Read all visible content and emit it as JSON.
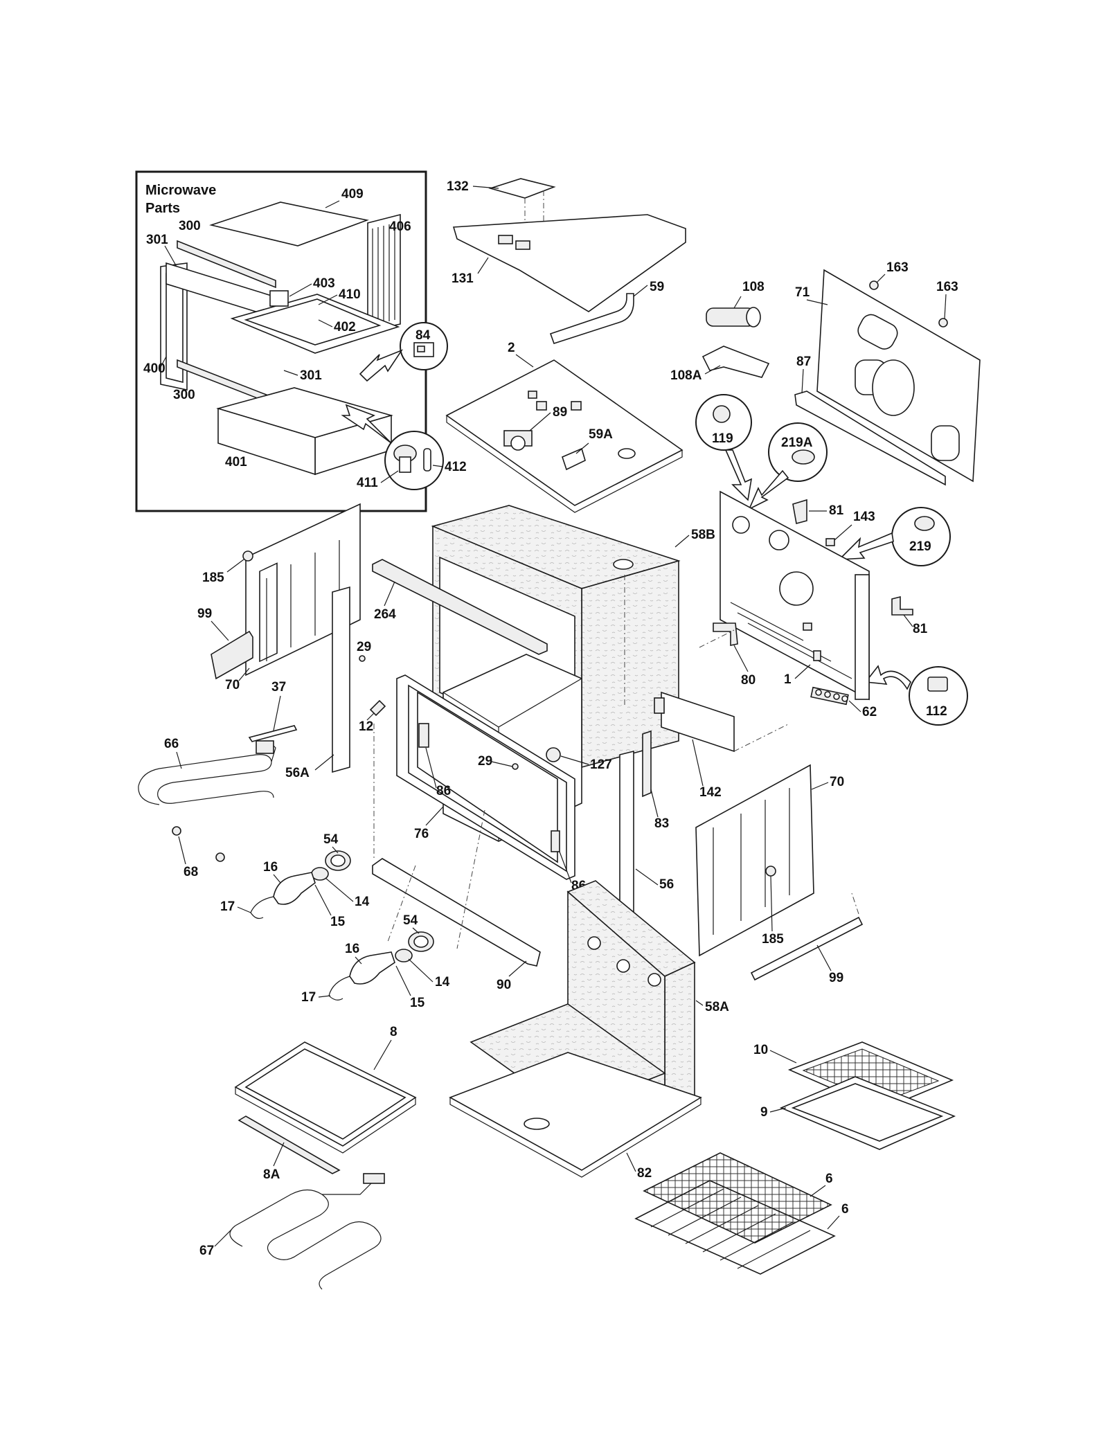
{
  "inset": {
    "title_line1": "Microwave",
    "title_line2": "Parts"
  },
  "labels": {
    "l409": "409",
    "l406": "406",
    "l300a": "300",
    "l301a": "301",
    "l403": "403",
    "l410": "410",
    "l402": "402",
    "l400": "400",
    "l301b": "301",
    "l300b": "300",
    "l401": "401",
    "l84": "84",
    "l411": "411",
    "l412": "412",
    "l132": "132",
    "l131": "131",
    "l59": "59",
    "l2": "2",
    "l89": "89",
    "l59A": "59A",
    "l108": "108",
    "l108A": "108A",
    "l71": "71",
    "l163a": "163",
    "l163b": "163",
    "l87": "87",
    "l119": "119",
    "l219A": "219A",
    "l81a": "81",
    "l143": "143",
    "l219": "219",
    "l58B": "58B",
    "l81b": "81",
    "l80": "80",
    "l1": "1",
    "l112": "112",
    "l62": "62",
    "l185a": "185",
    "l99a": "99",
    "l264": "264",
    "l70a": "70",
    "l29a": "29",
    "l37": "37",
    "l12": "12",
    "l66": "66",
    "l56A": "56A",
    "l29b": "29",
    "l127": "127",
    "l86a": "86",
    "l142": "142",
    "l83": "83",
    "l68": "68",
    "l76": "76",
    "l54a": "54",
    "l16a": "16",
    "l14a": "14",
    "l17a": "17",
    "l15a": "15",
    "l86b": "86",
    "l56": "56",
    "l70b": "70",
    "l185b": "185",
    "l99b": "99",
    "l54b": "54",
    "l16b": "16",
    "l14b": "14",
    "l90": "90",
    "l17b": "17",
    "l15b": "15",
    "l58A": "58A",
    "l8": "8",
    "l10": "10",
    "l9": "9",
    "l8A": "8A",
    "l82": "82",
    "l6a": "6",
    "l6b": "6",
    "l67": "67"
  }
}
